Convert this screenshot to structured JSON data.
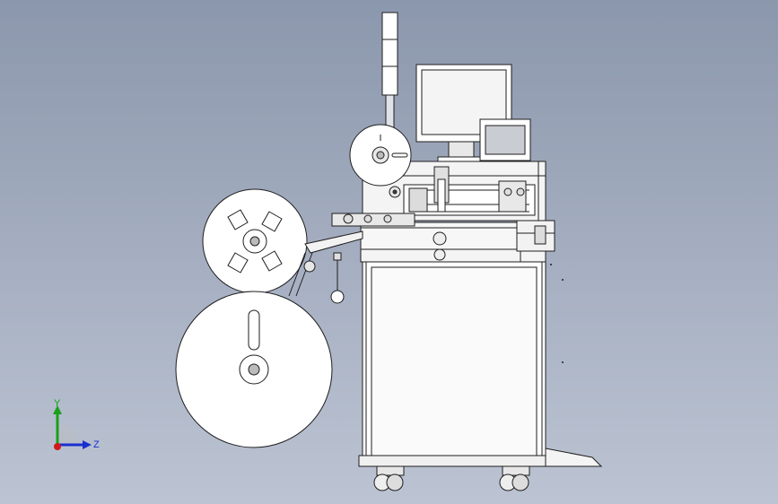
{
  "viewport": {
    "background_top": "#8b97ac",
    "background_bottom": "#bcc4d3",
    "line_color": "#1e1e1e",
    "fill_color": "#ffffff"
  },
  "triad": {
    "y_label": "Y",
    "z_label": "Z",
    "y_color": "#1aa01a",
    "z_color": "#1a2fd0",
    "x_color": "#d01a1a"
  },
  "model": {
    "components": [
      "signal-tower",
      "monitor",
      "touch-panel",
      "upper-reel",
      "supply-reel",
      "take-up-reel",
      "feeder-module",
      "cabinet",
      "caster-wheels",
      "side-ramp"
    ]
  }
}
